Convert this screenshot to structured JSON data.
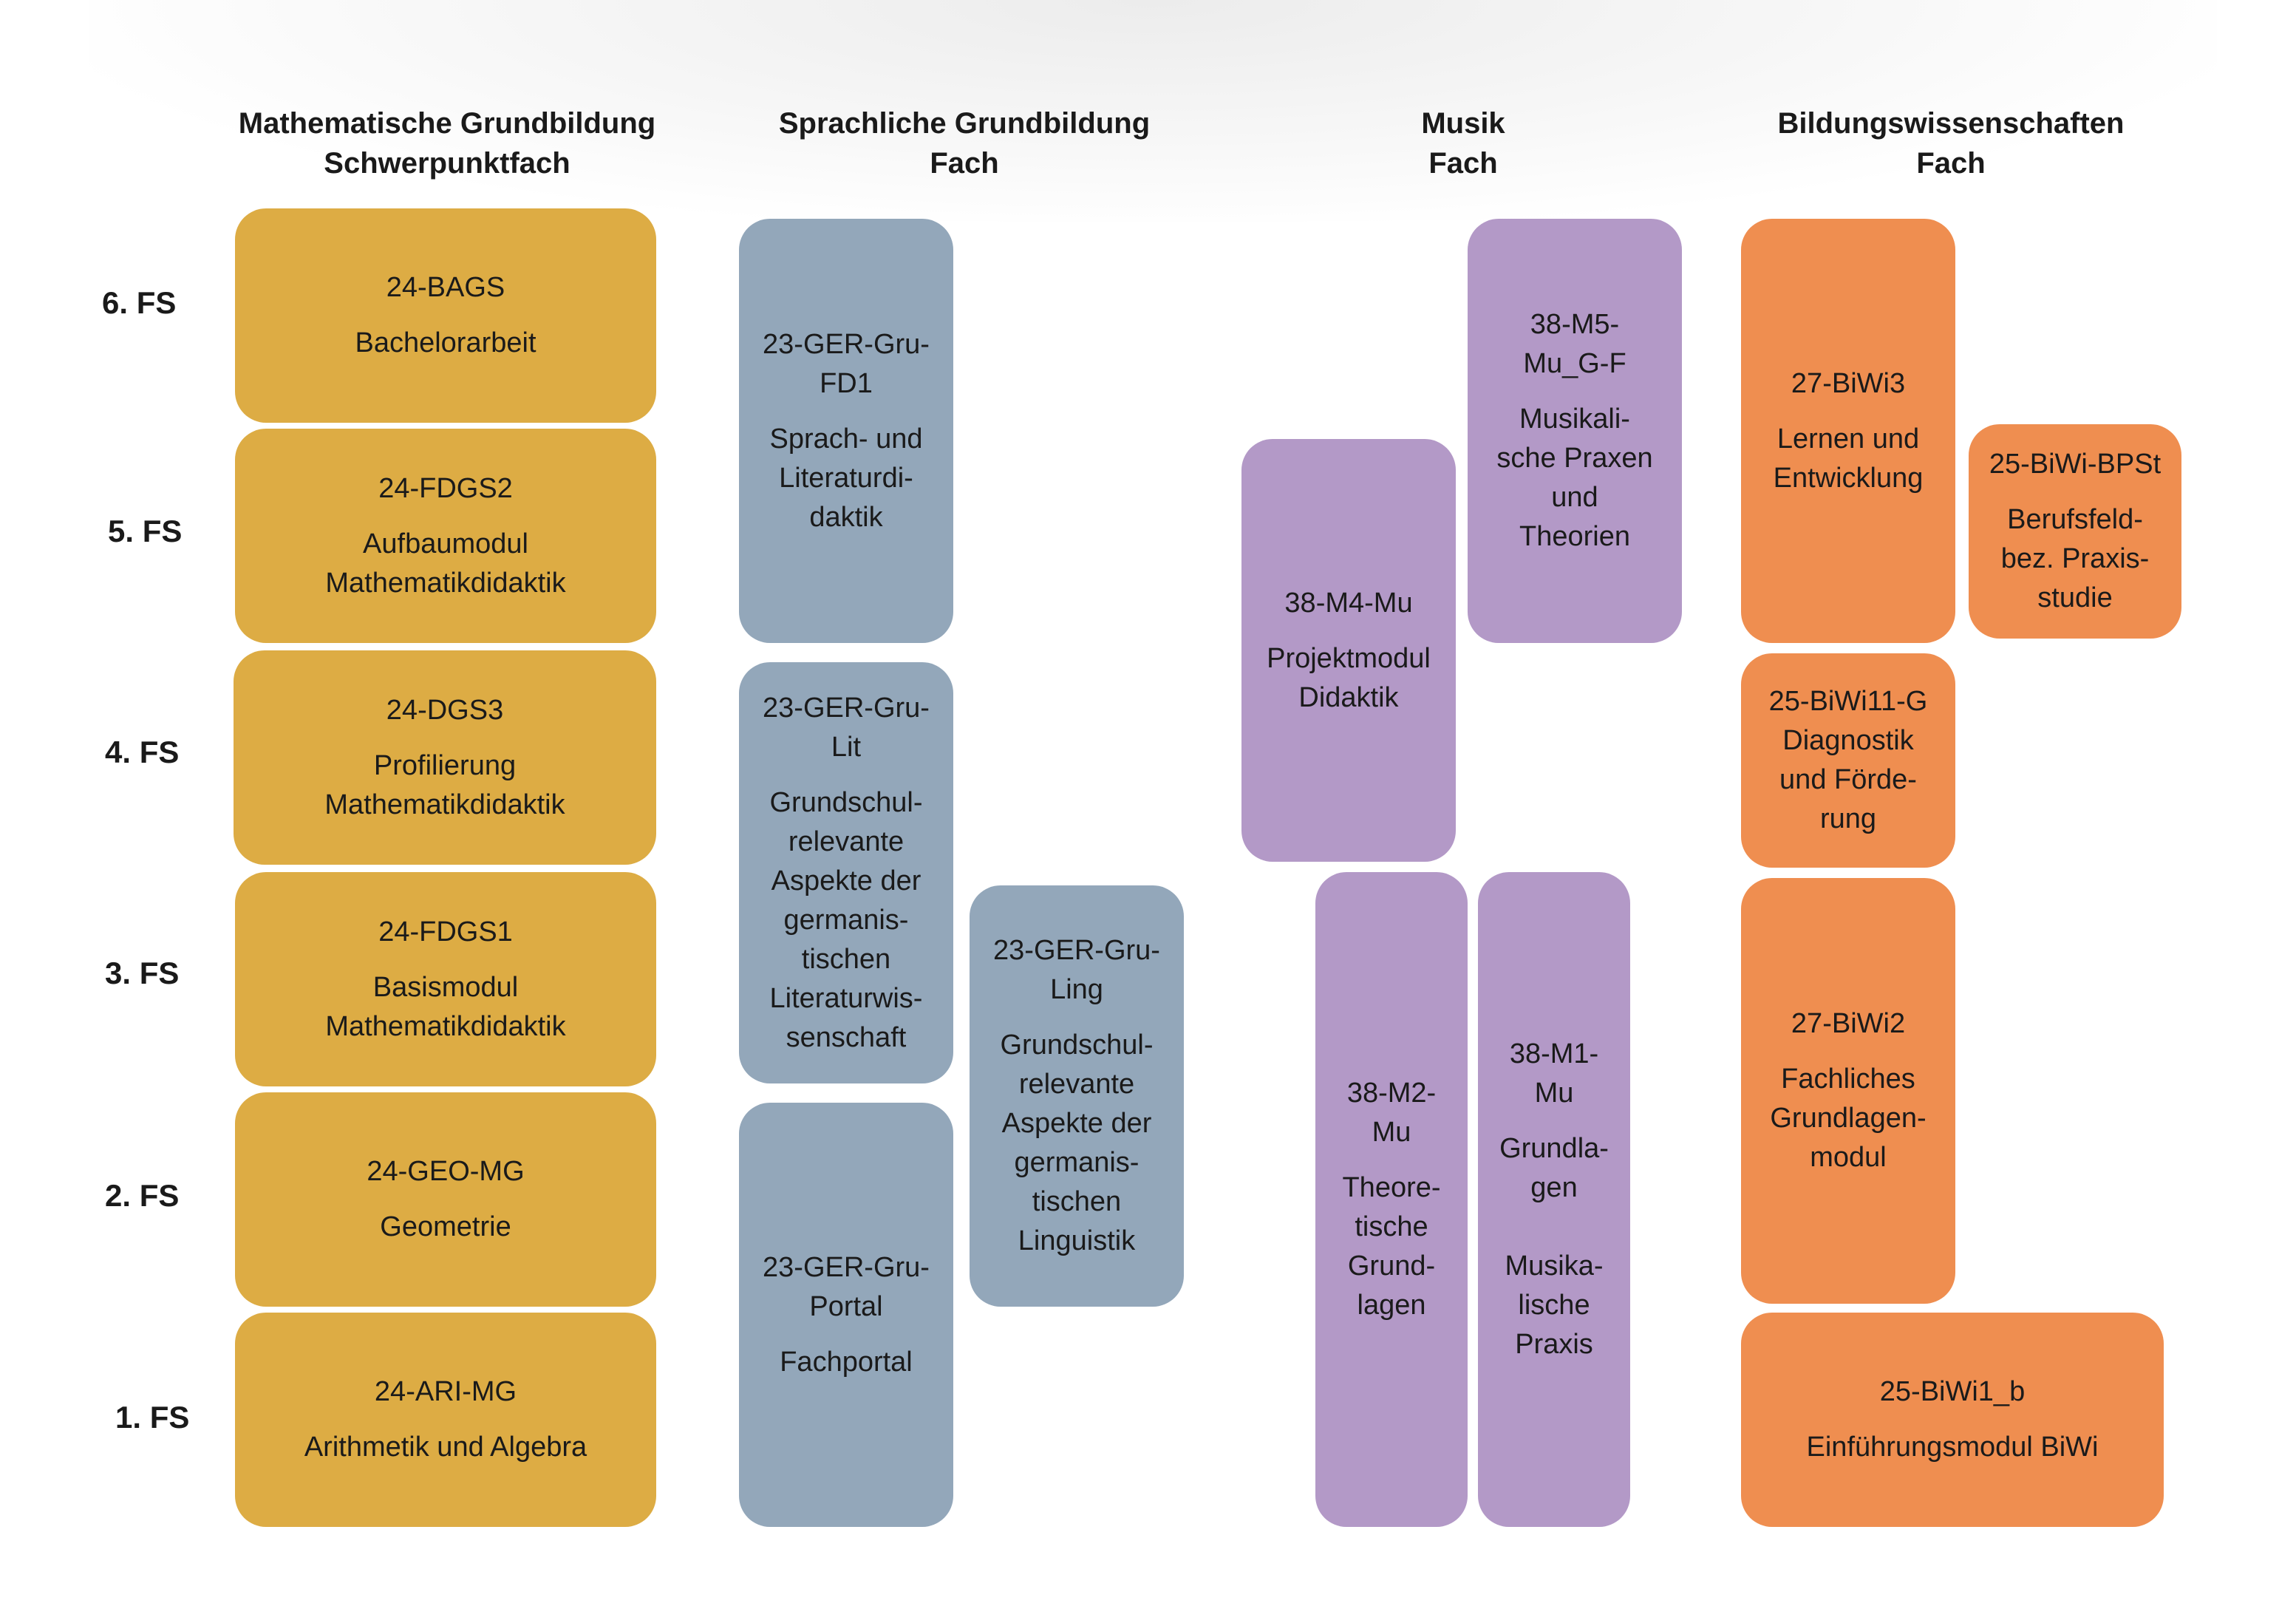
{
  "colors": {
    "mathematik": "#ddac44",
    "sprache": "#93a7ba",
    "musik": "#b399c7",
    "bildungswissenschaften": "#ef8e50"
  },
  "columns": [
    {
      "heading": "Mathematische Grundbildung\nSchwerpunktfach"
    },
    {
      "heading": "Sprachliche Grundbildung\nFach"
    },
    {
      "heading": "Musik\nFach"
    },
    {
      "heading": "Bildungswissenschaften\nFach"
    }
  ],
  "semesters": [
    "6. FS",
    "5. FS",
    "4. FS",
    "3. FS",
    "2. FS",
    "1. FS"
  ],
  "modules": {
    "math": [
      {
        "code": "24-BAGS",
        "title": "Bachelorarbeit"
      },
      {
        "code": "24-FDGS2",
        "title": "Aufbaumodul\nMathematikdidaktik"
      },
      {
        "code": "24-DGS3",
        "title": "Profilierung\nMathematikdidaktik"
      },
      {
        "code": "24-FDGS1",
        "title": "Basismodul\nMathematikdidaktik"
      },
      {
        "code": "24-GEO-MG",
        "title": "Geometrie"
      },
      {
        "code": "24-ARI-MG",
        "title": "Arithmetik und Algebra"
      }
    ],
    "sprache": [
      {
        "code": "23-GER-Gru-\nFD1",
        "title": "Sprach- und\nLiteraturdi-\ndaktik"
      },
      {
        "code": "23-GER-Gru-\nLit",
        "title": "Grundschul-\nrelevante\nAspekte der\ngermanis-\ntischen\nLiteraturwis-\nsenschaft"
      },
      {
        "code": "23-GER-Gru-\nLing",
        "title": "Grundschul-\nrelevante\nAspekte der\ngermanis-\ntischen\nLinguistik"
      },
      {
        "code": "23-GER-Gru-\nPortal",
        "title": "Fachportal"
      }
    ],
    "musik": [
      {
        "code": "38-M5-\nMu_G-F",
        "title": "Musikali-\nsche Praxen\nund\nTheorien"
      },
      {
        "code": "38-M4-Mu",
        "title": "Projektmodul\nDidaktik"
      },
      {
        "code": "38-M2-\nMu",
        "title": "Theore-\ntische\nGrund-\nlagen"
      },
      {
        "code": "38-M1-\nMu",
        "title": "Grundla-\ngen\n\nMusika-\nlische\nPraxis"
      }
    ],
    "biwi": [
      {
        "code": "27-BiWi3",
        "title": "Lernen und\nEntwicklung"
      },
      {
        "code": "25-BiWi-BPSt",
        "title": "Berufsfeld-\nbez. Praxis-\nstudie"
      },
      {
        "code": "25-BiWi11-G",
        "title": "Diagnostik\nund Förde-\nrung"
      },
      {
        "code": "27-BiWi2",
        "title": "Fachliches\nGrundlagen-\nmodul"
      },
      {
        "code": "25-BiWi1_b",
        "title": "Einführungsmodul BiWi"
      }
    ]
  }
}
